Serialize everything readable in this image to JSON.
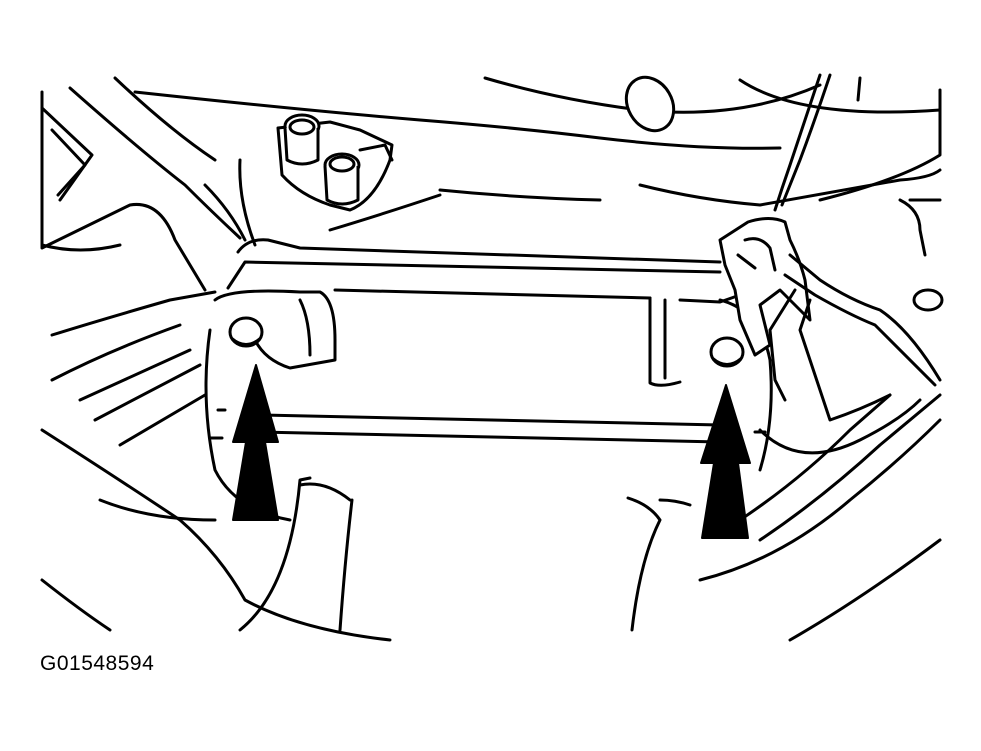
{
  "figure": {
    "code": "G01548594",
    "colors": {
      "line": "#000000",
      "background": "#ffffff"
    },
    "callouts": [
      {
        "icon": "arrow-up-icon",
        "target": "left-mounting-bolt"
      },
      {
        "icon": "arrow-up-icon",
        "target": "right-mounting-bolt"
      }
    ]
  }
}
